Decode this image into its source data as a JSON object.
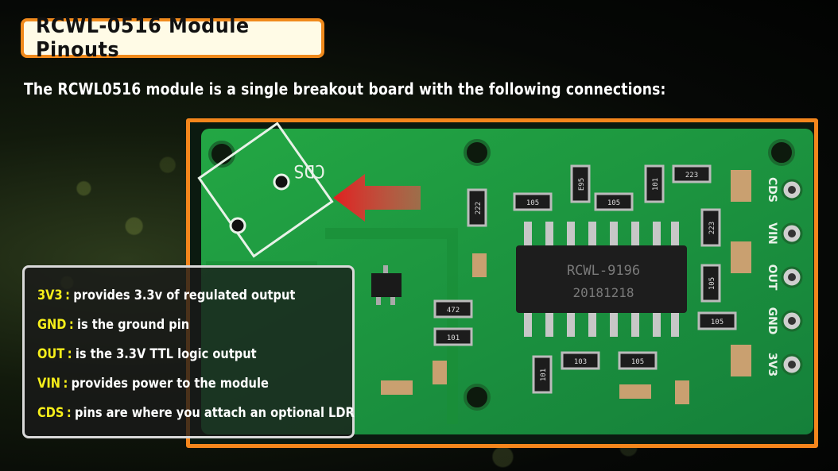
{
  "title": "RCWL-0516 Module Pinouts",
  "subtitle": "The RCWL0516 module is a single breakout board with the following connections:",
  "colors": {
    "accent_orange": "#f4861c",
    "pin_yellow": "#f6ee1a",
    "pcb_green": "#1f9c3c"
  },
  "pins": [
    {
      "name": "3V3",
      "description": "provides 3.3v of regulated output"
    },
    {
      "name": "GND",
      "description": "is the ground pin"
    },
    {
      "name": "OUT",
      "description": "is the 3.3V TTL logic output"
    },
    {
      "name": "VIN",
      "description": "provides power to the module"
    },
    {
      "name": "CDS",
      "description": "pins are where you attach an optional LDR"
    }
  ],
  "board": {
    "silk_cds": "CDS",
    "chip_label": "RCWL-9196",
    "chip_date": "20181218",
    "pin_labels": [
      "CDS",
      "VIN",
      "OUT",
      "GND",
      "3V3"
    ],
    "component_codes": [
      "222",
      "E95",
      "101",
      "223",
      "105",
      "105",
      "105",
      "223",
      "472",
      "101",
      "105",
      "103",
      "105",
      "101"
    ]
  },
  "arrow_icon": "red-left-arrow-icon"
}
